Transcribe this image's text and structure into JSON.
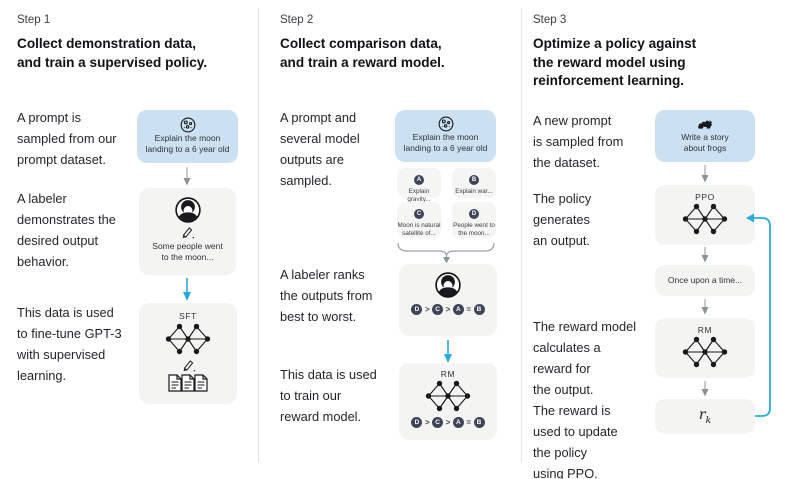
{
  "colors": {
    "background": "#ffffff",
    "prompt_box_blue": "#cbe1f1",
    "process_box_gray": "#f4f4f2",
    "blue_arrow": "#2da9e1",
    "gray_arrow": "#9aa0a8",
    "chip_navy": "#3e4559",
    "divider": "#e4e4e4"
  },
  "steps": [
    {
      "label": "Step 1",
      "title": "Collect demonstration data,\nand train a supervised policy.",
      "descriptions": [
        "A prompt is\nsampled from our\nprompt dataset.",
        "A labeler\ndemonstrates the\ndesired output\nbehavior.",
        "This data is used\nto fine-tune GPT-3\nwith supervised\nlearning."
      ],
      "prompt_box": {
        "icon": "moon-icon",
        "text": "Explain the moon\nlanding to a 6 year old"
      },
      "labeler_box": {
        "icon": "labeler-icon",
        "text": "Some people went\nto the moon..."
      },
      "model_box": {
        "label": "SFT",
        "icon": "network-icon"
      }
    },
    {
      "label": "Step 2",
      "title": "Collect comparison data,\nand train a reward model.",
      "descriptions": [
        "A prompt and\nseveral model\noutputs are\nsampled.",
        "A labeler ranks\nthe outputs from\nbest to worst.",
        "This data is used\nto train our\nreward model."
      ],
      "prompt_box": {
        "icon": "moon-icon",
        "text": "Explain the moon\nlanding to a 6 year old"
      },
      "outputs": [
        {
          "letter": "A",
          "text": "Explain gravity..."
        },
        {
          "letter": "B",
          "text": "Explain war..."
        },
        {
          "letter": "C",
          "text": "Moon is natural\nsatellite of..."
        },
        {
          "letter": "D",
          "text": "People went to\nthe moon..."
        }
      ],
      "ranking": {
        "letters": [
          "D",
          "C",
          "A",
          "B"
        ],
        "ops": [
          ">",
          ">",
          "="
        ]
      },
      "model_box": {
        "label": "RM",
        "icon": "network-icon"
      }
    },
    {
      "label": "Step 3",
      "title": "Optimize a policy against\nthe reward model using\nreinforcement learning.",
      "descriptions": [
        "A new prompt\nis sampled from\nthe dataset.",
        "The policy\ngenerates\nan output.",
        "The reward model\ncalculates a\nreward for\nthe output.",
        "The reward is\nused to update\nthe policy\nusing PPO."
      ],
      "prompt_box": {
        "icon": "frog-icon",
        "text": "Write a story\nabout frogs"
      },
      "policy_box": {
        "label": "PPO",
        "icon": "network-icon"
      },
      "output_box": {
        "text": "Once upon a time..."
      },
      "reward_model_box": {
        "label": "RM",
        "icon": "network-icon"
      },
      "reward_box": {
        "base": "r",
        "sub": "k"
      }
    }
  ]
}
